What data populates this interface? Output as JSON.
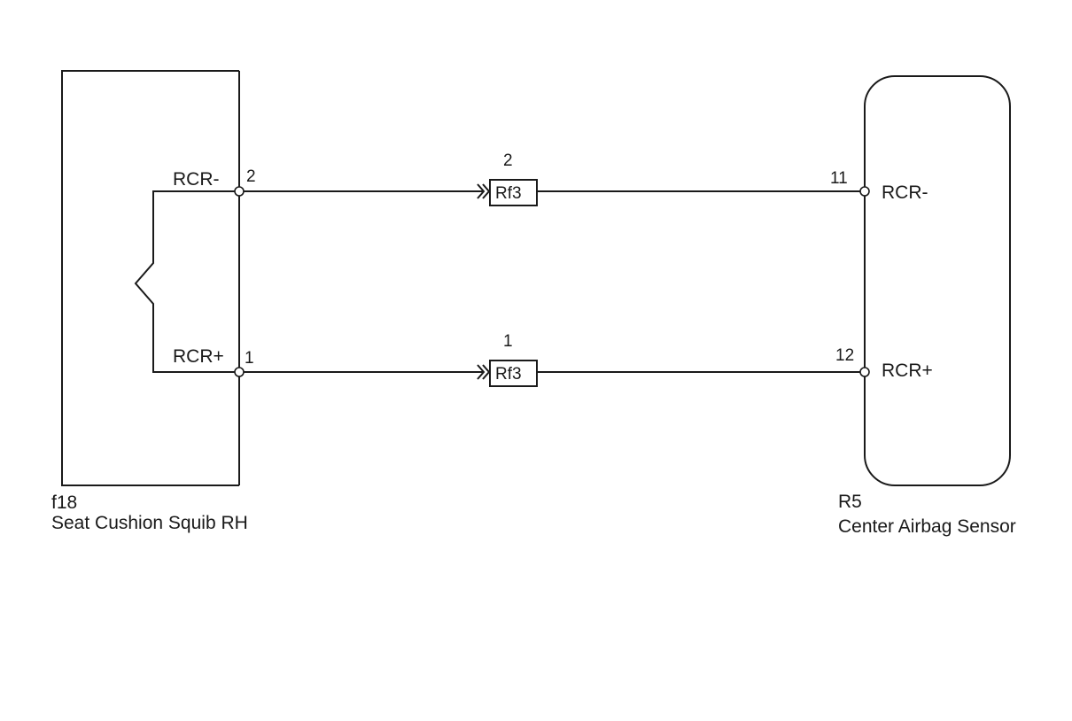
{
  "left_component": {
    "code": "f18",
    "name": "Seat Cushion Squib RH",
    "pins": [
      {
        "signal": "RCR-",
        "number": "2"
      },
      {
        "signal": "RCR+",
        "number": "1"
      }
    ]
  },
  "right_component": {
    "code": "R5",
    "name": "Center Airbag Sensor",
    "pins": [
      {
        "signal": "RCR-",
        "number": "11"
      },
      {
        "signal": "RCR+",
        "number": "12"
      }
    ]
  },
  "connectors": [
    {
      "name": "Rf3",
      "pin": "2"
    },
    {
      "name": "Rf3",
      "pin": "1"
    }
  ]
}
